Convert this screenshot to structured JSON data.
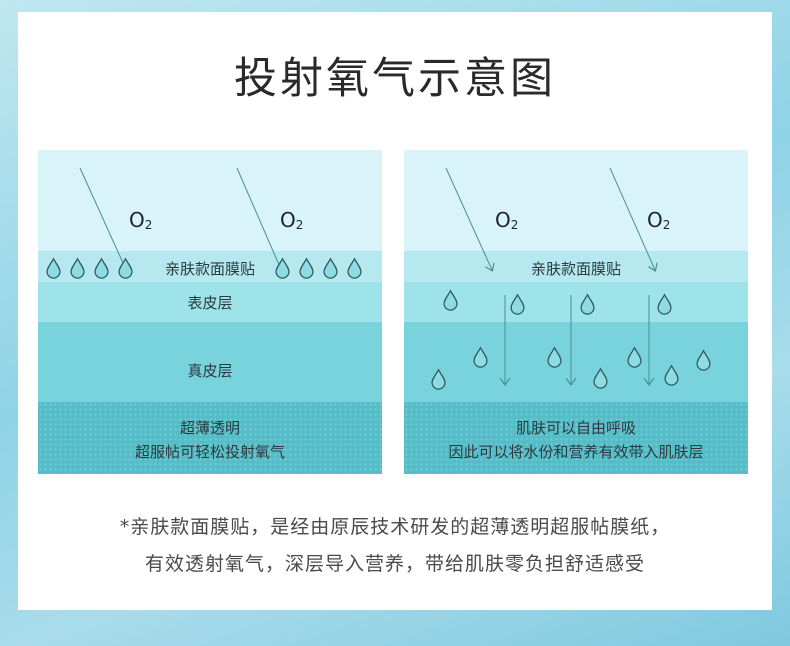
{
  "title": "投射氧气示意图",
  "left_panel": {
    "o2_main": "O",
    "o2_sub": "2",
    "mask_label": "亲肤款面膜贴",
    "epidermis_label": "表皮层",
    "dermis_label": "真皮层",
    "bottom_line1": "超薄透明",
    "bottom_line2": "超服帖可轻松投射氧气"
  },
  "right_panel": {
    "o2_main": "O",
    "o2_sub": "2",
    "mask_label": "亲肤款面膜贴",
    "bottom_line1": "肌肤可以自由呼吸",
    "bottom_line2": "因此可以将水份和营养有效带入肌肤层"
  },
  "footnote": {
    "line1": "*亲肤款面膜贴，是经由原辰技术研发的超薄透明超服帖膜纸，",
    "line2": "有效透射氧气，深层导入营养，带给肌肤零负担舒适感受"
  },
  "colors": {
    "air": "#d9f4f8",
    "mask_layer": "#b5e8ef",
    "epidermis": "#9ee2ea",
    "dermis": "#78d3dd",
    "bottom": "#55bdc8",
    "drop_fill": "#8fdbe3",
    "drop_stroke": "#2f5a63",
    "arrow": "#4a8f8f"
  },
  "icons": [
    "water-drop-icon",
    "arrow-icon"
  ]
}
